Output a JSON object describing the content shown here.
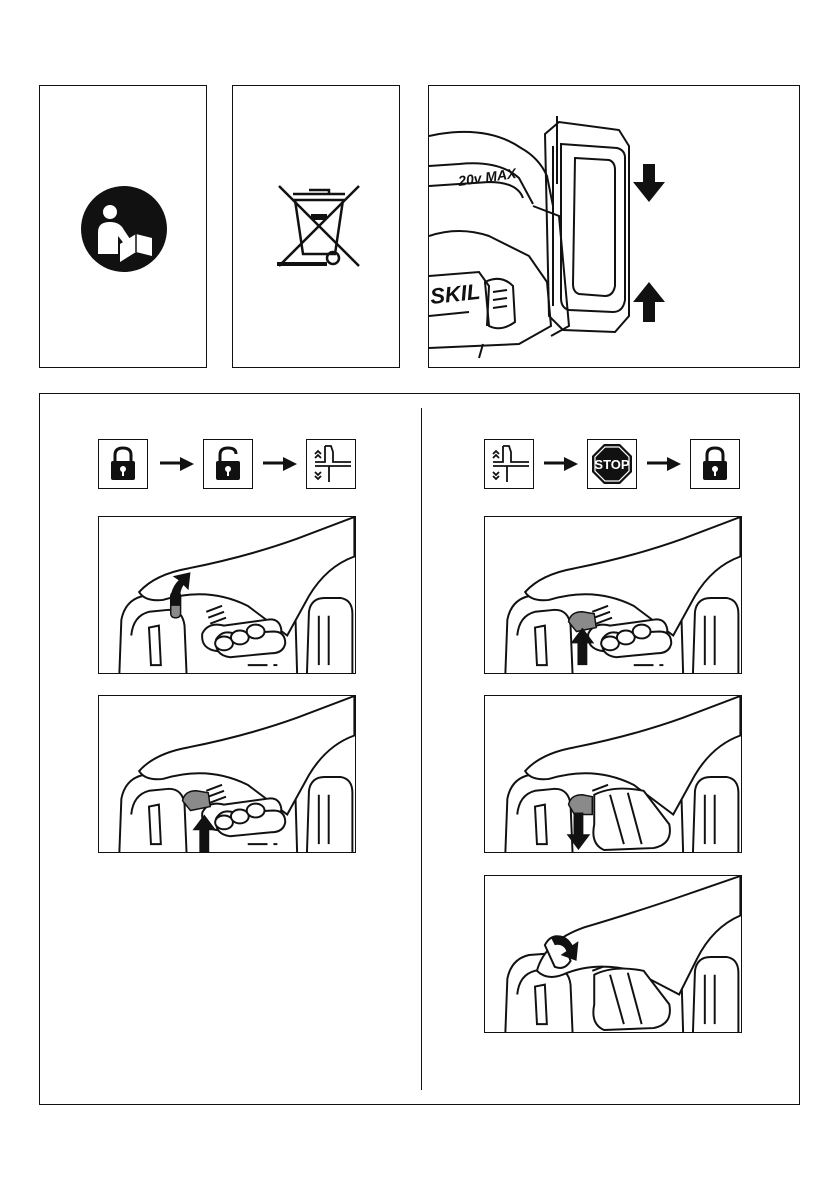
{
  "tool": {
    "label_20v": "20v MAX",
    "brand": "SKIL"
  },
  "sequence_stop": {
    "stop_label": "STOP"
  },
  "icons": {
    "manual": "read-manual-icon",
    "weee": "crossed-bin-icon",
    "lock": "padlock-closed-icon",
    "unlock": "padlock-open-icon",
    "switch": "trigger-switch-icon",
    "stop": "stop-sign-icon",
    "arrow": "arrow-right-icon"
  },
  "colors": {
    "ink": "#111111",
    "highlight_gray": "#8a8a8a",
    "stop_fill": "#111111"
  }
}
